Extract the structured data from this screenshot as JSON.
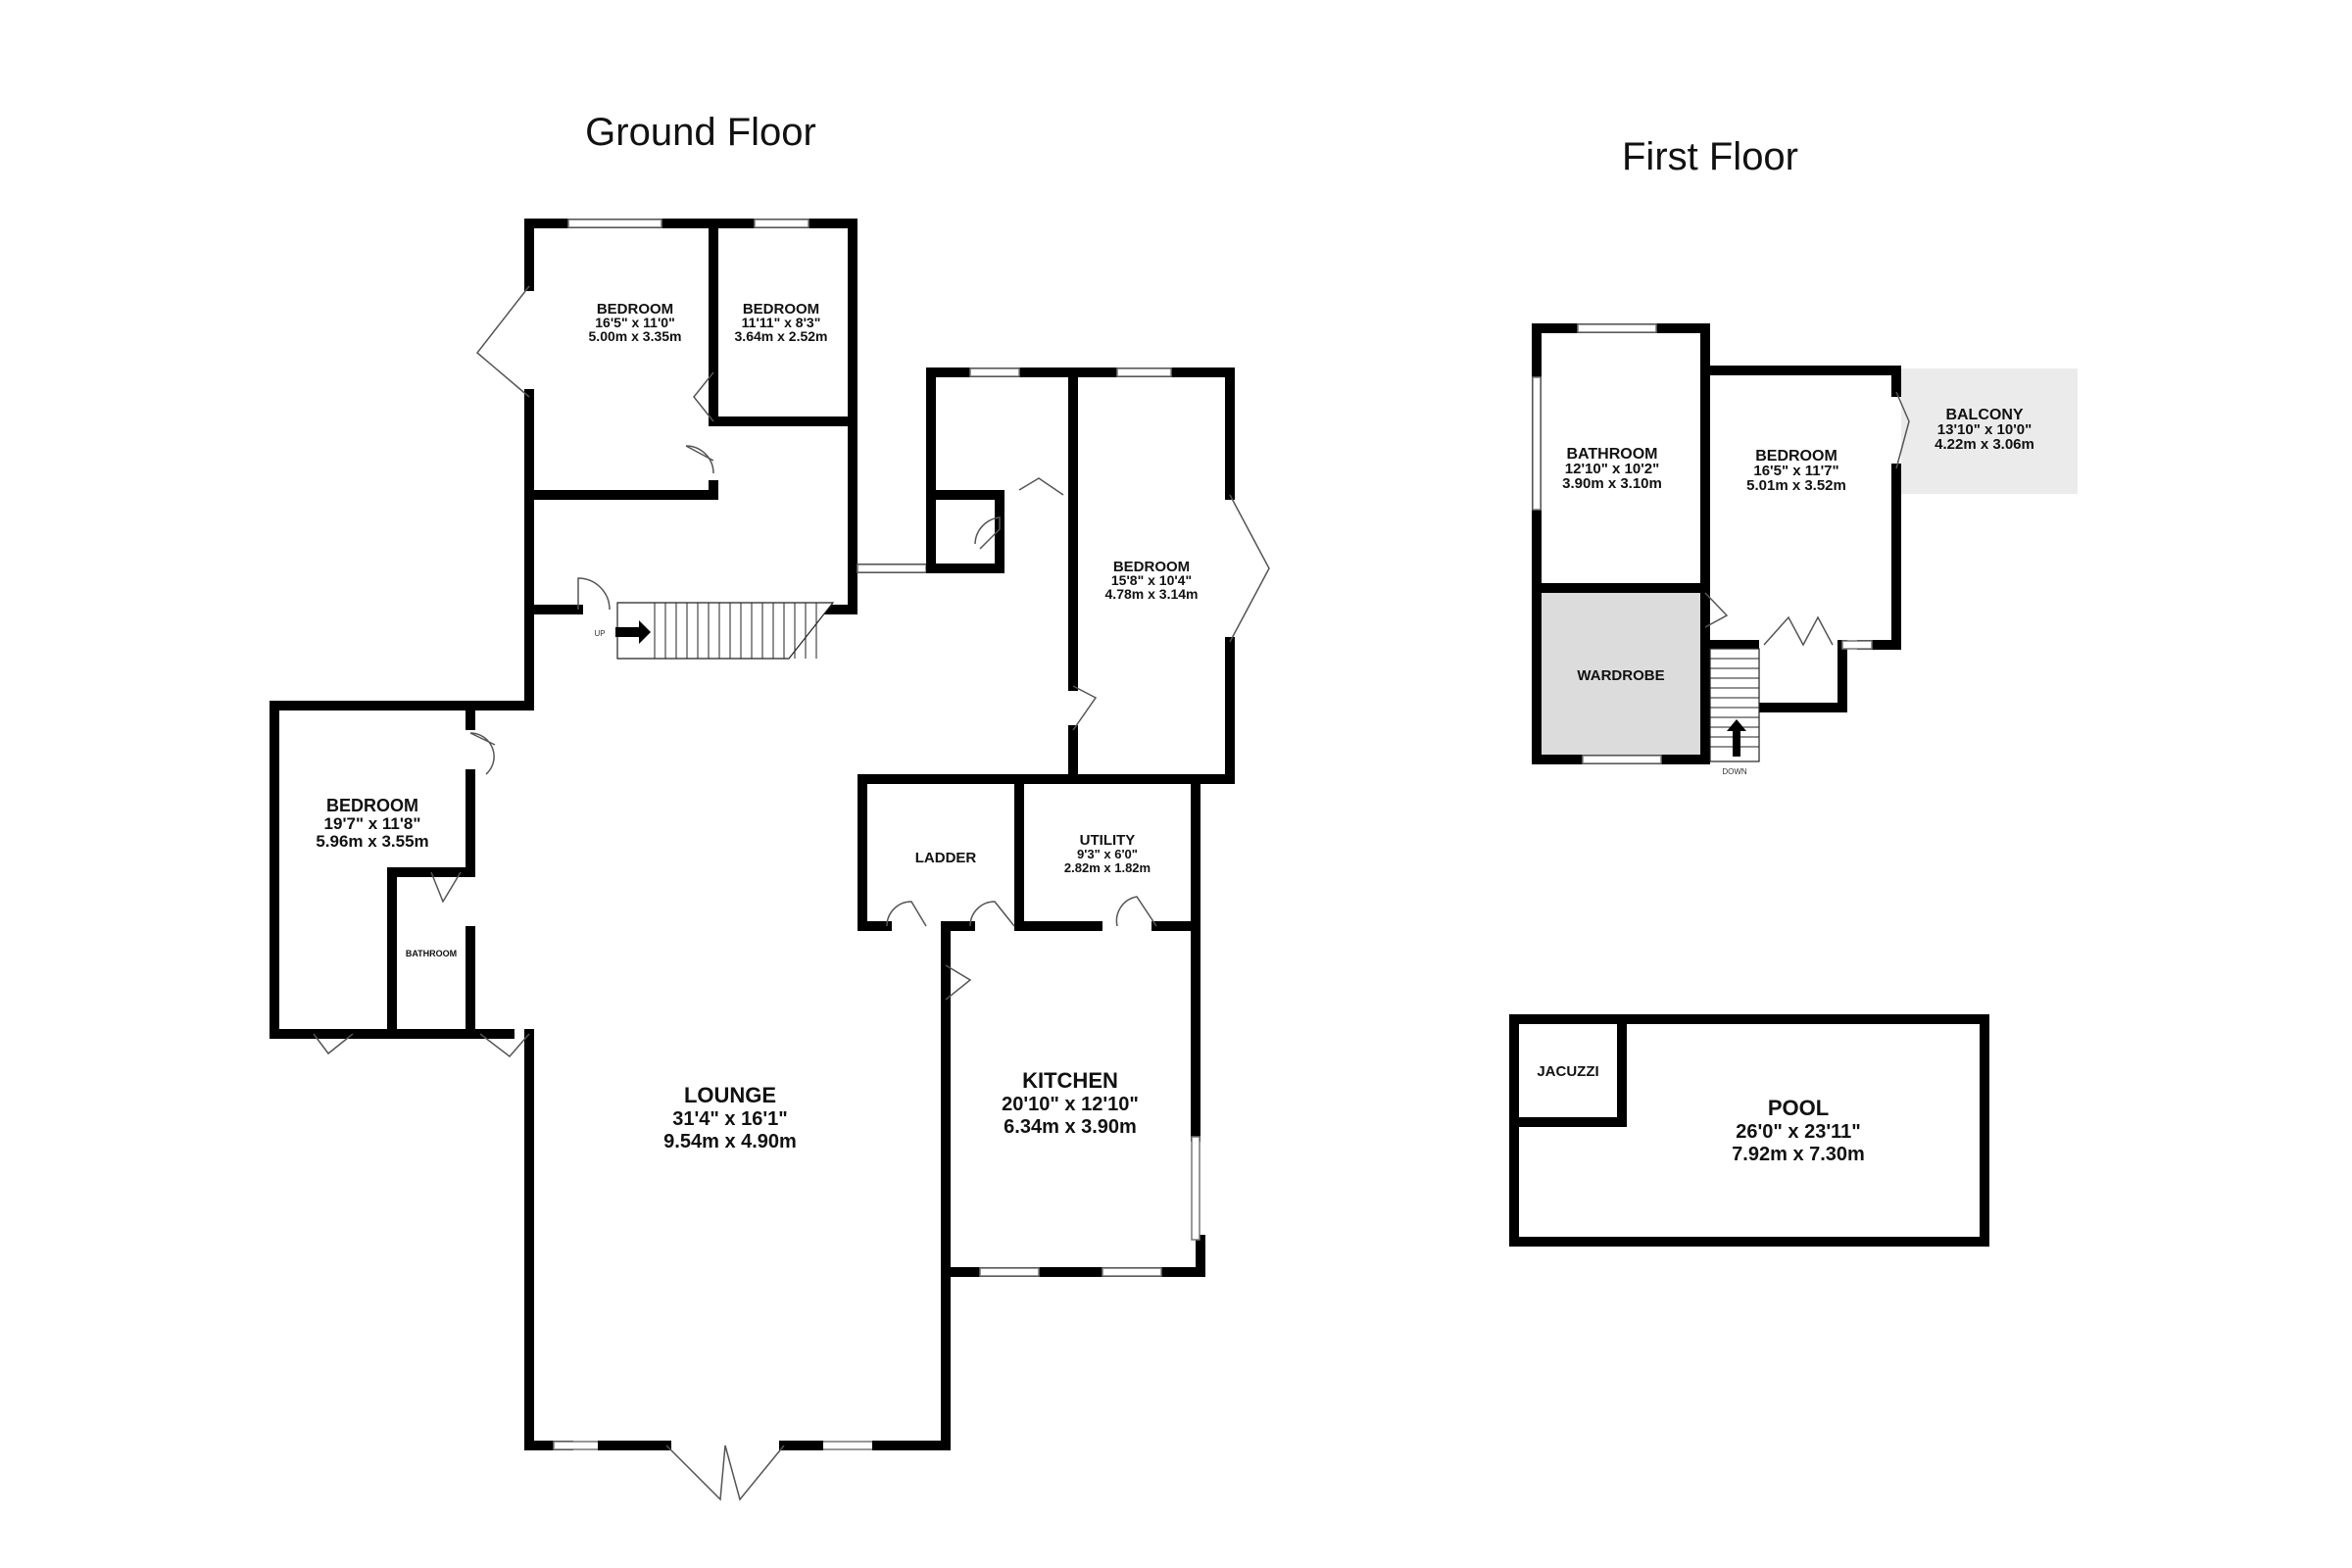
{
  "floors": {
    "ground": {
      "title": "Ground Floor"
    },
    "first": {
      "title": "First Floor"
    }
  },
  "rooms": {
    "bedroom_top_left": {
      "name": "BEDROOM",
      "imperial": "16'5\"  x 11'0\"",
      "metric": "5.00m  x 3.35m"
    },
    "bedroom_top_small": {
      "name": "BEDROOM",
      "imperial": "11'11\"  x 8'3\"",
      "metric": "3.64m  x 2.52m"
    },
    "bedroom_right": {
      "name": "BEDROOM",
      "imperial": "15'8\"  x 10'4\"",
      "metric": "4.78m  x 3.14m"
    },
    "bedroom_left": {
      "name": "BEDROOM",
      "imperial": "19'7\"  x 11'8\"",
      "metric": "5.96m  x 3.55m"
    },
    "bathroom_ground": {
      "name": "BATHROOM"
    },
    "ladder": {
      "name": "LADDER"
    },
    "utility": {
      "name": "UTILITY",
      "imperial": "9'3\"  x 6'0\"",
      "metric": "2.82m  x 1.82m"
    },
    "lounge": {
      "name": "LOUNGE",
      "imperial": "31'4\"  x 16'1\"",
      "metric": "9.54m  x 4.90m"
    },
    "kitchen": {
      "name": "KITCHEN",
      "imperial": "20'10\"  x 12'10\"",
      "metric": "6.34m  x 3.90m"
    },
    "bathroom_first": {
      "name": "BATHROOM",
      "imperial": "12'10\"  x 10'2\"",
      "metric": "3.90m  x 3.10m"
    },
    "bedroom_first": {
      "name": "BEDROOM",
      "imperial": "16'5\"  x 11'7\"",
      "metric": "5.01m  x 3.52m"
    },
    "balcony": {
      "name": "BALCONY",
      "imperial": "13'10\"  x 10'0\"",
      "metric": "4.22m  x 3.06m"
    },
    "wardrobe": {
      "name": "WARDROBE"
    },
    "jacuzzi": {
      "name": "JACUZZI"
    },
    "pool": {
      "name": "POOL",
      "imperial": "26'0\"  x 23'11\"",
      "metric": "7.92m  x 7.30m"
    }
  },
  "stairs": {
    "up_label": "UP",
    "down_label": "DOWN"
  },
  "colors": {
    "wall": "#000000",
    "wardrobe_fill": "#dcdcdc",
    "balcony_fill": "#ebebeb"
  }
}
